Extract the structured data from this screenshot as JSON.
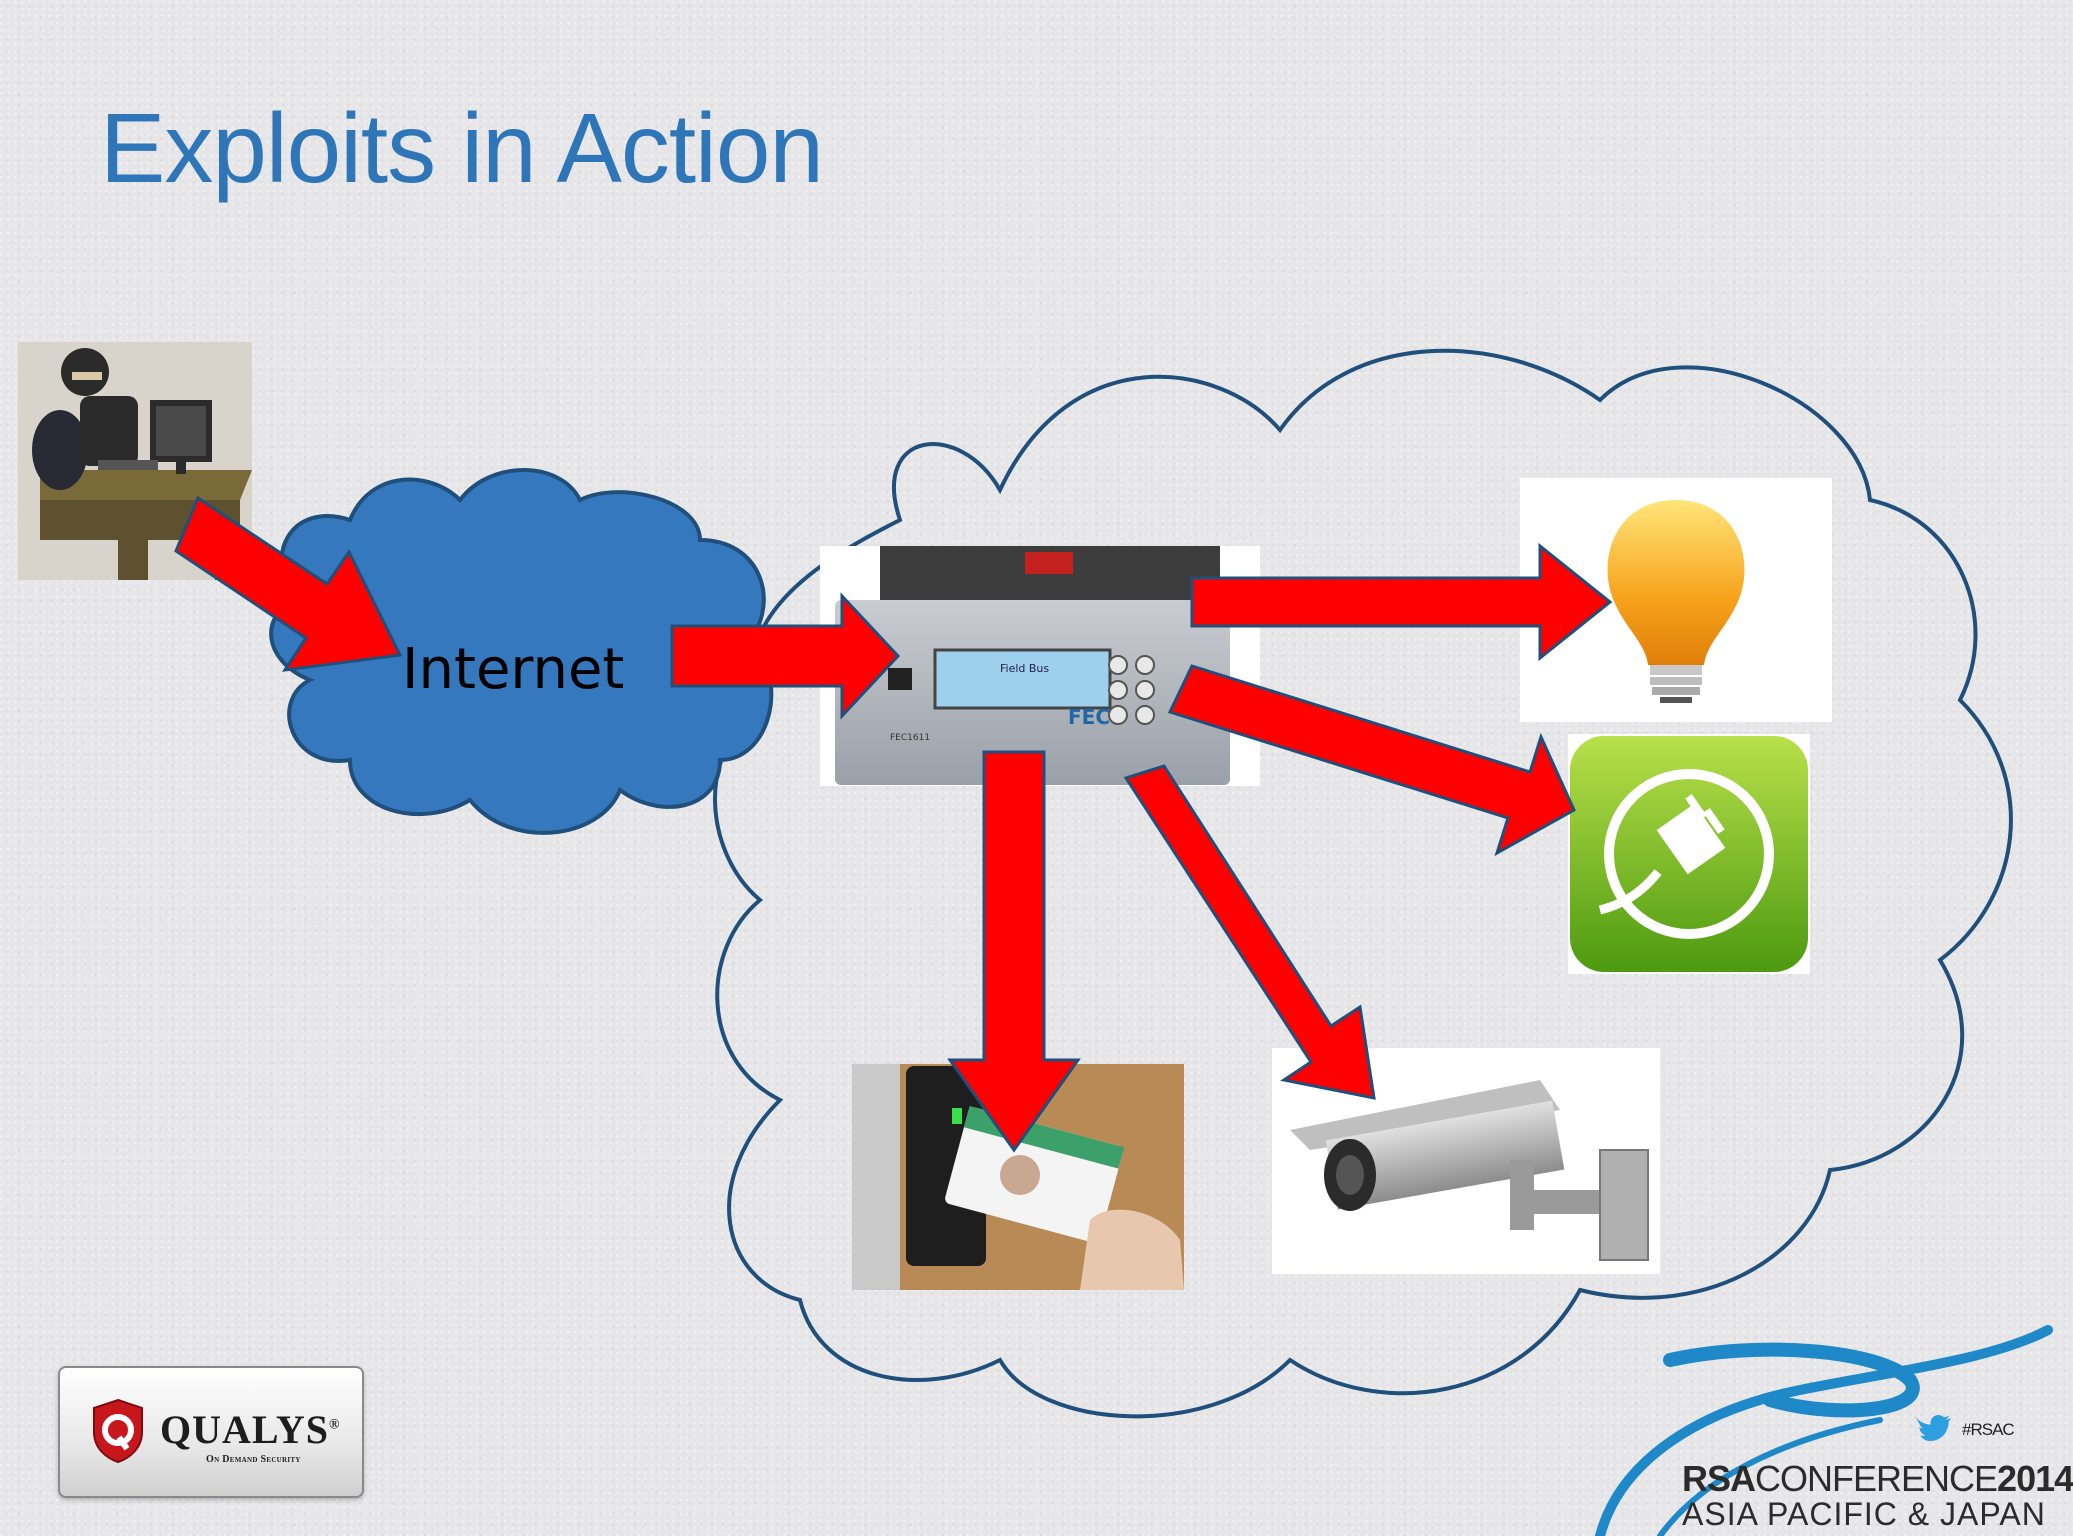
{
  "slide": {
    "title": "Exploits in Action"
  },
  "diagram": {
    "internet_label": "Internet",
    "controller_text": {
      "display": "Field Bus",
      "brand": "FEC",
      "model": "FEC1611"
    },
    "nodes": [
      "hacker-at-computer",
      "internet-cloud",
      "building-controller",
      "light-bulb",
      "power-plug",
      "security-camera",
      "badge-reader"
    ],
    "arrow_color": "#ff0000",
    "cloud_fill": "#3578bd",
    "cloud_outline": "#1f4f7a"
  },
  "footer": {
    "qualys_name": "QUALYS",
    "qualys_registered": "®",
    "qualys_tagline": "On Demand Security",
    "hashtag": "#RSAC",
    "conference_prefix": "RSA",
    "conference_word": "CONFERENCE",
    "conference_year": "2014",
    "conference_region": "ASIA PACIFIC & JAPAN"
  }
}
